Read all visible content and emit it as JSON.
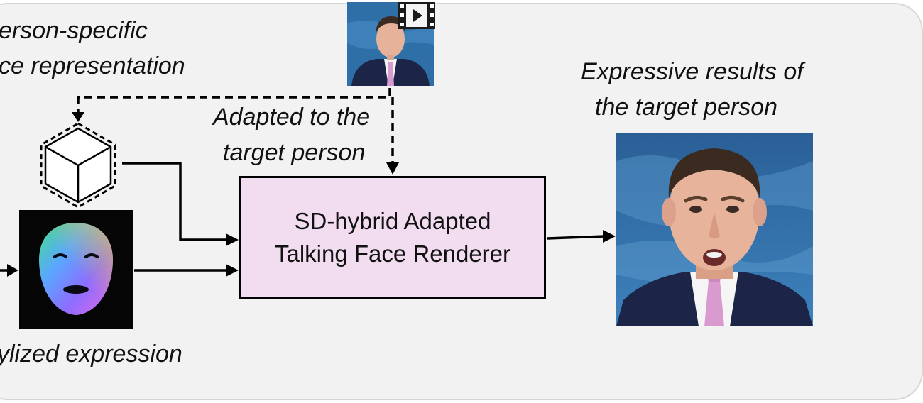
{
  "labels": {
    "person_specific_line1": "erson-specific",
    "person_specific_line2": "ce representation",
    "adapted_line1": "Adapted to the",
    "adapted_line2": "target person",
    "results_line1": "Expressive results of",
    "results_line2": "the target person",
    "stylized": "ylized expression"
  },
  "renderer": {
    "line1": "SD-hybrid Adapted",
    "line2": "Talking Face Renderer",
    "fill": "#f2dcf0"
  },
  "icons": [
    "hexagon-cube-icon",
    "video-clip-icon",
    "face-expression-map",
    "person-photo"
  ],
  "colors": {
    "panel": "#f2f2f2",
    "studio_blue": "#2e6fa8",
    "suit": "#1c2447",
    "tie": "#d99ad0"
  }
}
